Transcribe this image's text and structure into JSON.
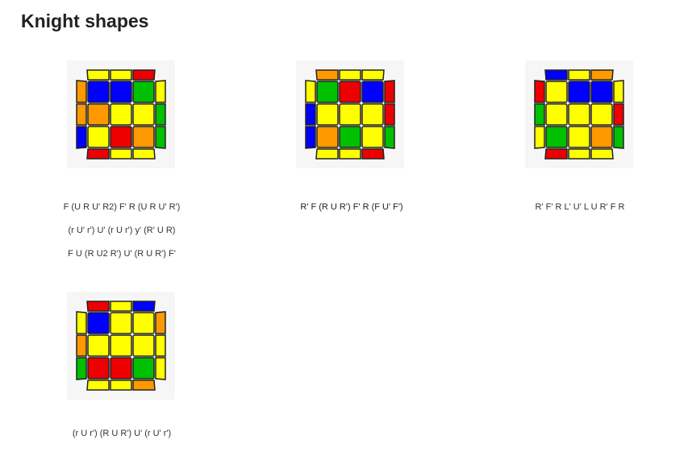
{
  "page": {
    "title": "Knight shapes"
  },
  "colors": {
    "Y": "#ffff00",
    "B": "#0000ff",
    "G": "#00c000",
    "R": "#ee0000",
    "O": "#ff9900",
    "W": "#ffffff",
    "outline": "#222222",
    "background": "#f6f6f6"
  },
  "cases": [
    {
      "id": "case-1",
      "top_face": [
        [
          "B",
          "B",
          "G"
        ],
        [
          "O",
          "Y",
          "Y"
        ],
        [
          "Y",
          "R",
          "O"
        ]
      ],
      "side_top": [
        "Y",
        "Y",
        "R"
      ],
      "side_bottom": [
        "R",
        "Y",
        "Y"
      ],
      "side_left": [
        "O",
        "O",
        "B"
      ],
      "side_right": [
        "Y",
        "G",
        "G"
      ],
      "algorithms": [
        "F (U R U' R2) F' R (U R U' R')",
        "(r U' r') U' (r U r') y' (R' U R)",
        "F U (R U2 R') U' (R U R') F'"
      ]
    },
    {
      "id": "case-2",
      "top_face": [
        [
          "G",
          "R",
          "B"
        ],
        [
          "Y",
          "Y",
          "Y"
        ],
        [
          "O",
          "G",
          "Y"
        ]
      ],
      "side_top": [
        "O",
        "Y",
        "Y"
      ],
      "side_bottom": [
        "Y",
        "Y",
        "R"
      ],
      "side_left": [
        "Y",
        "B",
        "B"
      ],
      "side_right": [
        "R",
        "R",
        "G"
      ],
      "algorithms": [
        "R' F (R U R') F' R (F U' F')"
      ]
    },
    {
      "id": "case-3",
      "top_face": [
        [
          "Y",
          "B",
          "B"
        ],
        [
          "Y",
          "Y",
          "Y"
        ],
        [
          "G",
          "Y",
          "O"
        ]
      ],
      "side_top": [
        "B",
        "Y",
        "O"
      ],
      "side_bottom": [
        "R",
        "Y",
        "Y"
      ],
      "side_left": [
        "R",
        "G",
        "Y"
      ],
      "side_right": [
        "Y",
        "R",
        "G"
      ],
      "algorithms": [
        "R' F' R L' U' L U R' F R"
      ]
    },
    {
      "id": "case-4",
      "top_face": [
        [
          "B",
          "Y",
          "Y"
        ],
        [
          "Y",
          "Y",
          "Y"
        ],
        [
          "R",
          "R",
          "G"
        ]
      ],
      "side_top": [
        "R",
        "Y",
        "B"
      ],
      "side_bottom": [
        "Y",
        "Y",
        "O"
      ],
      "side_left": [
        "Y",
        "O",
        "G"
      ],
      "side_right": [
        "O",
        "Y",
        "Y"
      ],
      "algorithms": [
        "(r U r') (R U R') U' (r U' r')"
      ]
    }
  ]
}
